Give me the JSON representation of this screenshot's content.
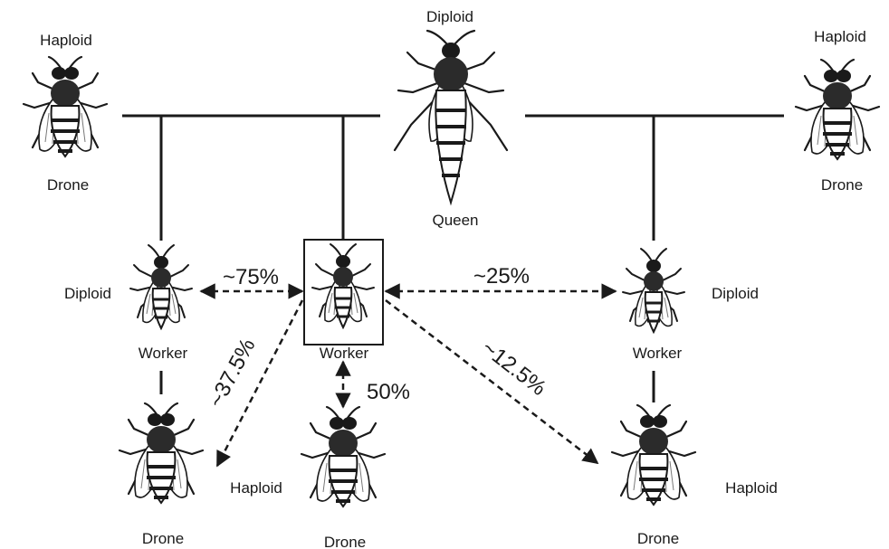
{
  "labels": {
    "queen_ploidy": "Diploid",
    "queen_caste": "Queen",
    "drone_left_ploidy": "Haploid",
    "drone_left_caste": "Drone",
    "drone_right_ploidy": "Haploid",
    "drone_right_caste": "Drone",
    "worker_left_ploidy": "Diploid",
    "worker_left_caste": "Worker",
    "worker_center_caste": "Worker",
    "worker_right_ploidy": "Diploid",
    "worker_right_caste": "Worker",
    "son_left_caste": "Drone",
    "son_left_ploidy": "Haploid",
    "son_center_caste": "Drone",
    "son_right_caste": "Drone",
    "son_right_ploidy": "Haploid"
  },
  "relatedness": {
    "to_full_sister": "~75%",
    "to_half_sister": "~25%",
    "to_full_sister_son": "~37.5%",
    "to_own_son": "50%",
    "to_half_sister_son": "~12.5%"
  },
  "icons": {
    "queen": "queen-bee-icon",
    "drone": "drone-bee-icon",
    "worker": "worker-bee-icon"
  },
  "colors": {
    "ink": "#1a1a1a",
    "background": "#ffffff"
  }
}
